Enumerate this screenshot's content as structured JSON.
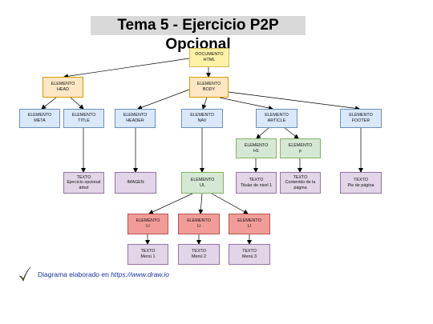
{
  "title": "Tema 5 - Ejercicio P2P Opcional",
  "nodes": {
    "doc": {
      "l1": "DOCUMENTO",
      "l2": "HTML"
    },
    "head": {
      "l1": "ELEMENTO",
      "l2": "HEAD"
    },
    "body": {
      "l1": "ELEMENTO",
      "l2": "BODY"
    },
    "meta": {
      "l1": "ELEMENTO",
      "l2": "META"
    },
    "title": {
      "l1": "ELEMENTO",
      "l2": "TITLE"
    },
    "header": {
      "l1": "ELEMENTO",
      "l2": "HEADER"
    },
    "nav": {
      "l1": "ELEMENTO",
      "l2": "NAV"
    },
    "article": {
      "l1": "ELEMENTO",
      "l2": "ARTICLE"
    },
    "footer": {
      "l1": "ELEMENTO",
      "l2": "FOOTER"
    },
    "h1": {
      "l1": "ELEMENTO",
      "l2": "H1"
    },
    "p": {
      "l1": "ELEMENTO",
      "l2": "p"
    },
    "t_title": {
      "l1": "TEXTO",
      "l2": "Ejercicio opcional",
      "l3": "árbol"
    },
    "imagen": {
      "l1": "IMAGEN"
    },
    "ul": {
      "l1": "ELEMENTO",
      "l2": "UL"
    },
    "t_h1": {
      "l1": "TEXTO",
      "l2": "Titular de nivel 1"
    },
    "t_p": {
      "l1": "TEXTO",
      "l2": "Contenido de la",
      "l3": "página"
    },
    "t_footer": {
      "l1": "TEXTO",
      "l2": "Pie de página"
    },
    "li1": {
      "l1": "ELEMENTO",
      "l2": "LI"
    },
    "li2": {
      "l1": "ELEMENTO",
      "l2": "LI"
    },
    "li3": {
      "l1": "ELEMENTO",
      "l2": "LI"
    },
    "t_li1": {
      "l1": "TEXTO",
      "l2": "Menú 1"
    },
    "t_li2": {
      "l1": "TEXTO",
      "l2": "Menú 2"
    },
    "t_li3": {
      "l1": "TEXTO",
      "l2": "Menú 3"
    }
  },
  "footer": {
    "text": "Diagrama elaborado en ",
    "link": "https://www.draw.io"
  }
}
